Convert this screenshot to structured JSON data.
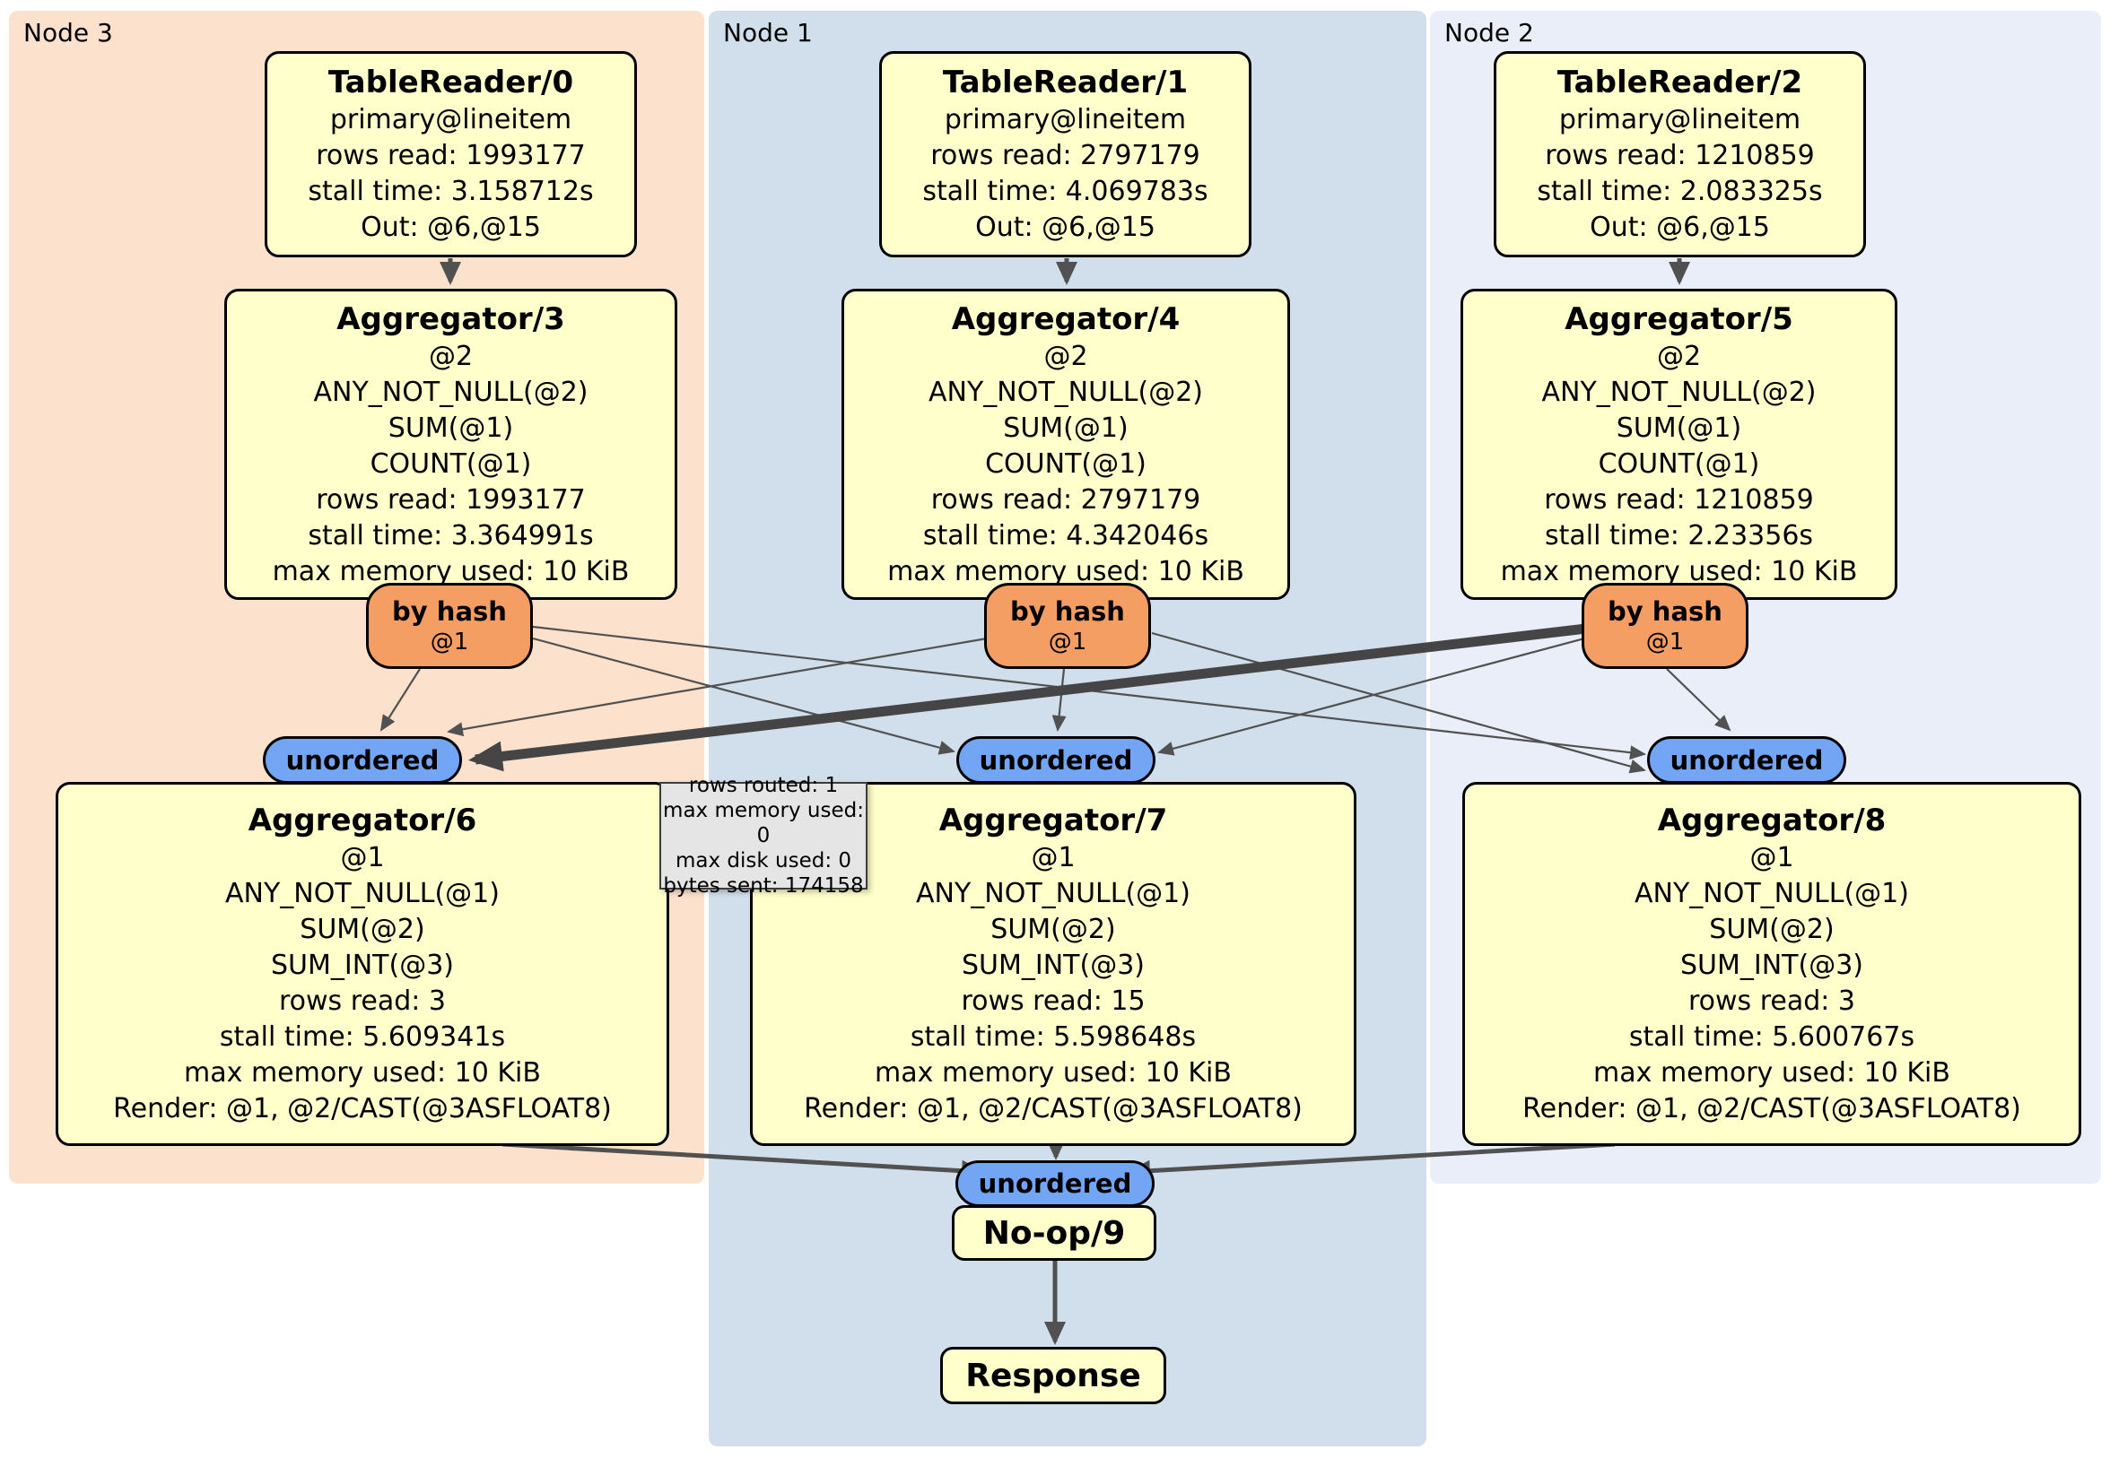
{
  "panels": [
    {
      "label": "Node 3"
    },
    {
      "label": "Node 1"
    },
    {
      "label": "Node 2"
    }
  ],
  "processors": {
    "tr0": {
      "title": "TableReader/0",
      "lines": [
        "primary@lineitem",
        "rows read: 1993177",
        "stall time: 3.158712s",
        "Out: @6,@15"
      ]
    },
    "tr1": {
      "title": "TableReader/1",
      "lines": [
        "primary@lineitem",
        "rows read: 2797179",
        "stall time: 4.069783s",
        "Out: @6,@15"
      ]
    },
    "tr2": {
      "title": "TableReader/2",
      "lines": [
        "primary@lineitem",
        "rows read: 1210859",
        "stall time: 2.083325s",
        "Out: @6,@15"
      ]
    },
    "agg3": {
      "title": "Aggregator/3",
      "lines": [
        "@2",
        "ANY_NOT_NULL(@2)",
        "SUM(@1)",
        "COUNT(@1)",
        "rows read: 1993177",
        "stall time: 3.364991s",
        "max memory used: 10 KiB"
      ]
    },
    "agg4": {
      "title": "Aggregator/4",
      "lines": [
        "@2",
        "ANY_NOT_NULL(@2)",
        "SUM(@1)",
        "COUNT(@1)",
        "rows read: 2797179",
        "stall time: 4.342046s",
        "max memory used: 10 KiB"
      ]
    },
    "agg5": {
      "title": "Aggregator/5",
      "lines": [
        "@2",
        "ANY_NOT_NULL(@2)",
        "SUM(@1)",
        "COUNT(@1)",
        "rows read: 1210859",
        "stall time: 2.23356s",
        "max memory used: 10 KiB"
      ]
    },
    "agg6": {
      "title": "Aggregator/6",
      "lines": [
        "@1",
        "ANY_NOT_NULL(@1)",
        "SUM(@2)",
        "SUM_INT(@3)",
        "rows read: 3",
        "stall time: 5.609341s",
        "max memory used: 10 KiB",
        "Render: @1, @2/CAST(@3ASFLOAT8)"
      ]
    },
    "agg7": {
      "title": "Aggregator/7",
      "lines": [
        "@1",
        "ANY_NOT_NULL(@1)",
        "SUM(@2)",
        "SUM_INT(@3)",
        "rows read: 15",
        "stall time: 5.598648s",
        "max memory used: 10 KiB",
        "Render: @1, @2/CAST(@3ASFLOAT8)"
      ]
    },
    "agg8": {
      "title": "Aggregator/8",
      "lines": [
        "@1",
        "ANY_NOT_NULL(@1)",
        "SUM(@2)",
        "SUM_INT(@3)",
        "rows read: 3",
        "stall time: 5.600767s",
        "max memory used: 10 KiB",
        "Render: @1, @2/CAST(@3ASFLOAT8)"
      ]
    },
    "noop": {
      "title": "No-op/9"
    },
    "response": {
      "title": "Response"
    }
  },
  "routers": [
    {
      "label": "by hash",
      "detail": "@1"
    },
    {
      "label": "by hash",
      "detail": "@1"
    },
    {
      "label": "by hash",
      "detail": "@1"
    }
  ],
  "syncs": [
    {
      "label": "unordered"
    },
    {
      "label": "unordered"
    },
    {
      "label": "unordered"
    },
    {
      "label": "unordered"
    }
  ],
  "edge_tooltip": {
    "lines": [
      "rows routed: 1",
      "max memory used: 0",
      "max disk used: 0",
      "bytes sent: 174158"
    ]
  },
  "colors": {
    "node3_bg": "#fce1cd",
    "node1_bg": "#d0dfeb",
    "node2_bg": "#e9eef8",
    "processor_fill": "#ffffcb",
    "router_fill": "#f59e63",
    "sync_fill": "#73a5f5",
    "tooltip_bg": "#e5e5e5",
    "edge_color": "#515151",
    "thick_edge_color": "#454545",
    "border_color": "#000000"
  }
}
